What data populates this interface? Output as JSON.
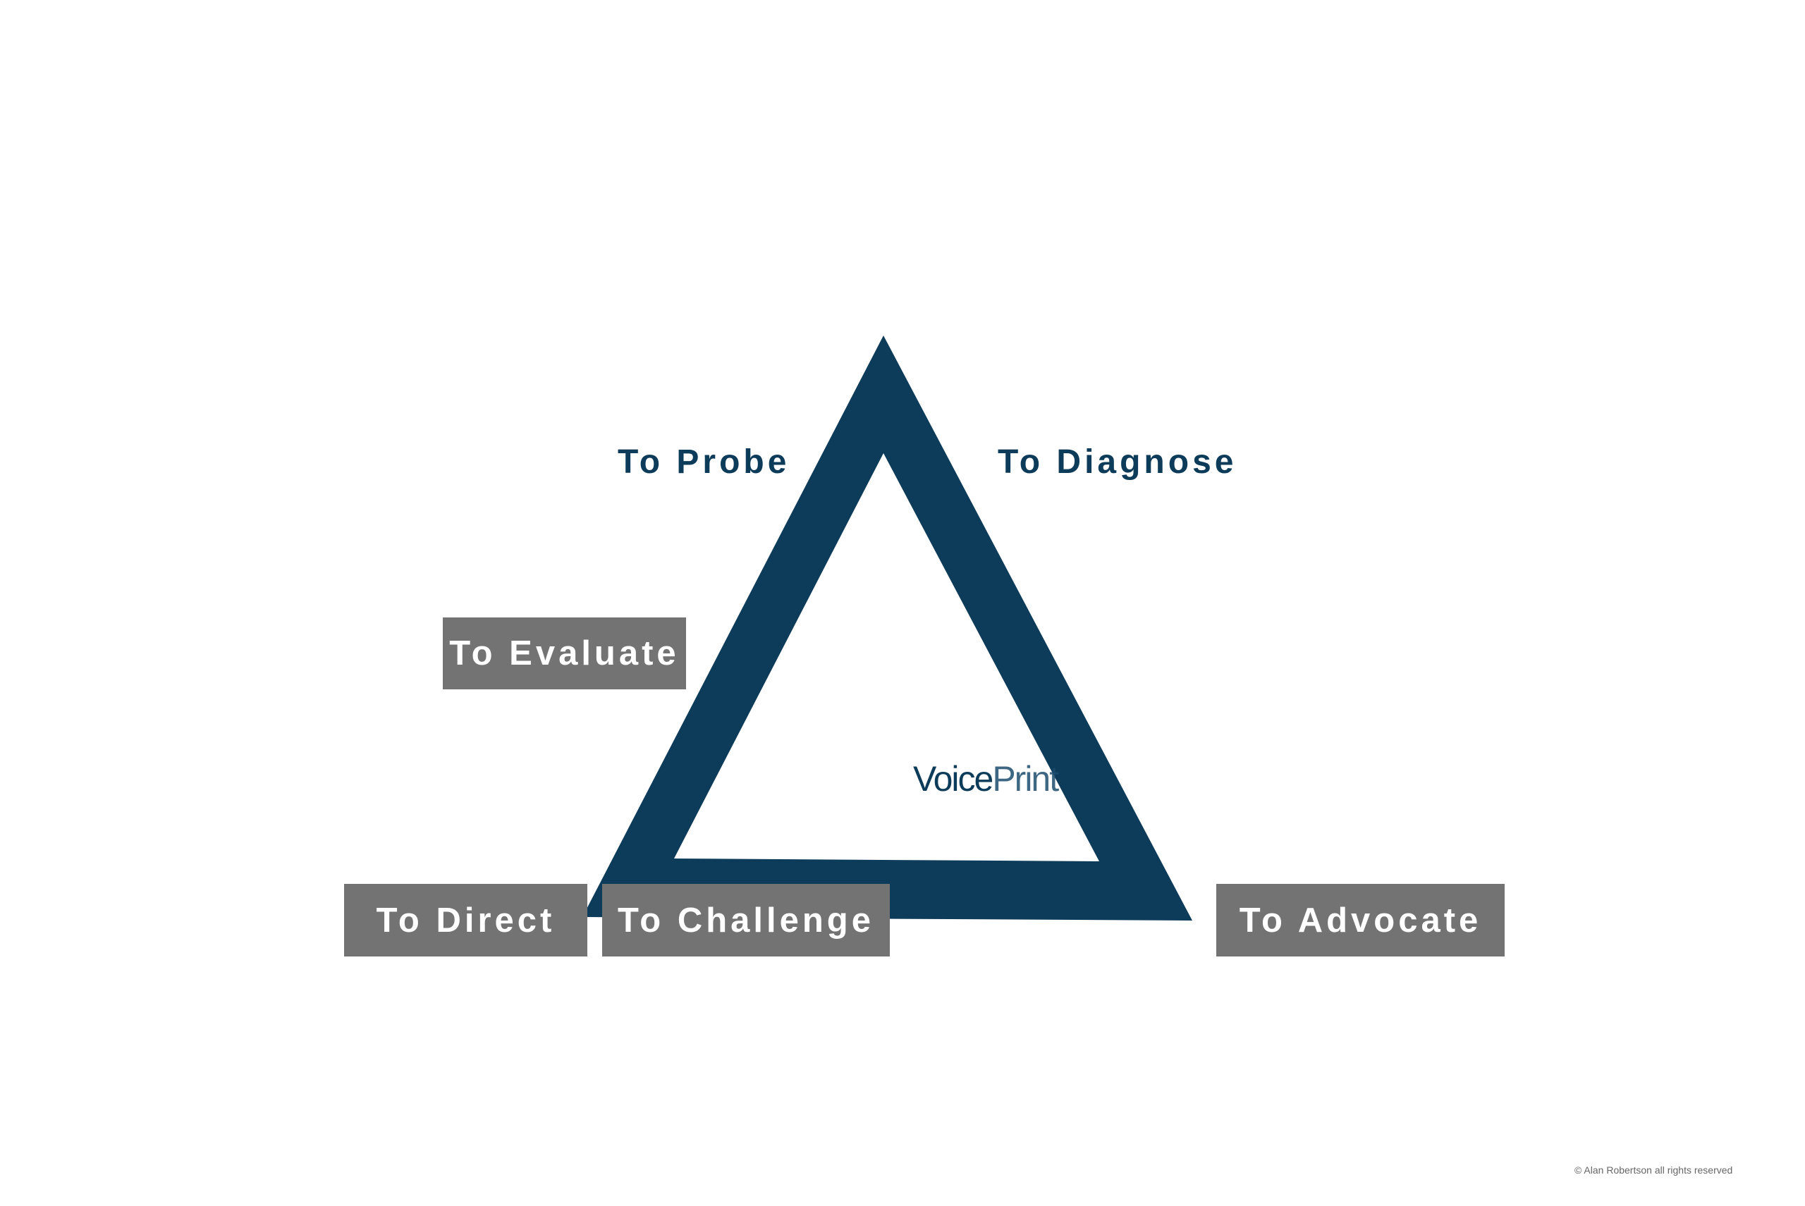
{
  "colors": {
    "triangle": "#0d3b5a",
    "box": "#737373",
    "label": "#0d3b5a"
  },
  "labels": {
    "probe": "To Probe",
    "diagnose": "To Diagnose"
  },
  "boxes": {
    "evaluate": "To Evaluate",
    "direct": "To Direct",
    "challenge": "To Challenge",
    "advocate": "To Advocate"
  },
  "logo": {
    "part1": "Voice",
    "part2": "Print"
  },
  "footer": {
    "copyright": "© Alan Robertson all rights reserved"
  }
}
